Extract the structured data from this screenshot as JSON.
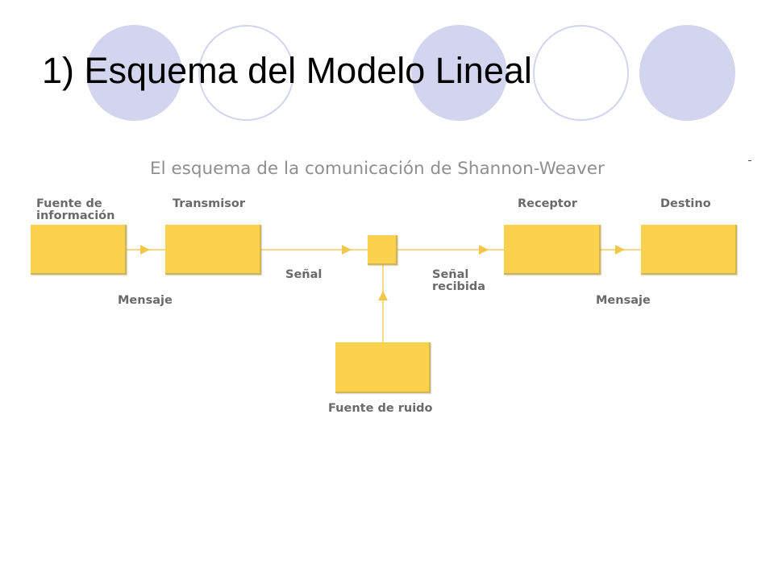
{
  "slide": {
    "title": "1) Esquema del Modelo Lineal"
  },
  "diagram": {
    "title": "El esquema de la comunicación de Shannon-Weaver",
    "nodes": {
      "source_line1": "Fuente de",
      "source_line2": "información",
      "transmitter": "Transmisor",
      "receiver": "Receptor",
      "destination": "Destino",
      "noise_source": "Fuente de ruido"
    },
    "edges": {
      "message_left": "Mensaje",
      "signal": "Señal",
      "received_line1": "Señal",
      "received_line2": "recibida",
      "message_right": "Mensaje"
    }
  },
  "colors": {
    "box_fill": "#fcd14e",
    "connector": "#f7db82",
    "arrowhead": "#f4c64a",
    "decor_circle": "#d3d4ee"
  }
}
